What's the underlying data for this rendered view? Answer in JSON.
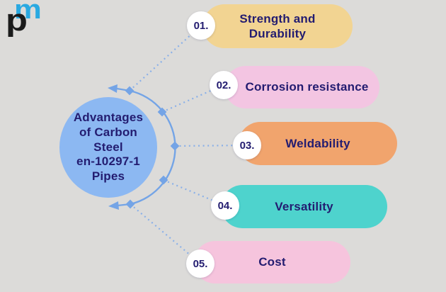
{
  "logo": {
    "p": "p",
    "m": "m"
  },
  "center": {
    "lines": [
      "Advantages",
      "of Carbon",
      "Steel",
      "en-10297-1",
      "Pipes"
    ]
  },
  "items": [
    {
      "number": "01.",
      "label": "Strength and Durability",
      "color": "#f2d492"
    },
    {
      "number": "02.",
      "label": "Corrosion resistance",
      "color": "#f3c5e2"
    },
    {
      "number": "03.",
      "label": "Weldability",
      "color": "#f1a46d"
    },
    {
      "number": "04.",
      "label": "Versatility",
      "color": "#4ed3cd"
    },
    {
      "number": "05.",
      "label": "Cost",
      "color": "#f6c4dd"
    }
  ],
  "colors": {
    "background": "#dcdbd9",
    "navy": "#231c70",
    "circle-fill": "#8cb8f2",
    "connector": "#74a4e6",
    "dots": "#8ab0e8",
    "badge": "#ffffff",
    "logo-blue": "#2aa9e1",
    "logo-black": "#1b1b1b"
  }
}
